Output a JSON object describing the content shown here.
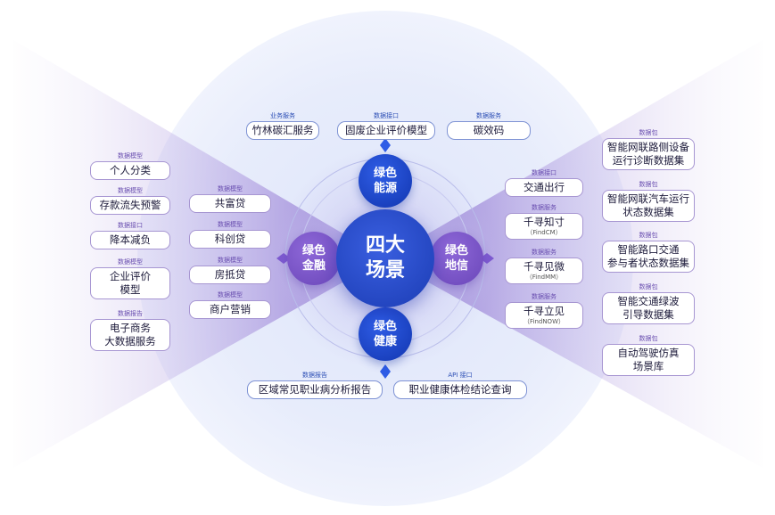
{
  "center": {
    "line1": "四大",
    "line2": "场景"
  },
  "scenes": {
    "energy": {
      "line1": "绿色",
      "line2": "能源"
    },
    "finance": {
      "line1": "绿色",
      "line2": "金融"
    },
    "credit": {
      "line1": "绿色",
      "line2": "地信"
    },
    "health": {
      "line1": "绿色",
      "line2": "健康"
    }
  },
  "top_tags": [
    {
      "category": "业务服务",
      "label": "竹林碳汇服务"
    },
    {
      "category": "数据接口",
      "label": "固废企业评价模型"
    },
    {
      "category": "数据服务",
      "label": "碳效码"
    }
  ],
  "bottom_tags": [
    {
      "category": "数据报告",
      "label": "区域常见职业病分析报告"
    },
    {
      "category": "API 接口",
      "label": "职业健康体检结论查询"
    }
  ],
  "left_outer": [
    {
      "category": "数据模型",
      "label1": "个人分类",
      "label2": ""
    },
    {
      "category": "数据模型",
      "label1": "存款流失预警",
      "label2": ""
    },
    {
      "category": "数据接口",
      "label1": "降本减负",
      "label2": ""
    },
    {
      "category": "数据模型",
      "label1": "企业评价",
      "label2": "模型"
    },
    {
      "category": "数据报告",
      "label1": "电子商务",
      "label2": "大数据服务"
    }
  ],
  "left_inner": [
    {
      "category": "数据模型",
      "label": "共富贷"
    },
    {
      "category": "数据模型",
      "label": "科创贷"
    },
    {
      "category": "数据模型",
      "label": "房抵贷"
    },
    {
      "category": "数据模型",
      "label": "商户营销"
    }
  ],
  "right_inner": [
    {
      "category": "数据接口",
      "label": "交通出行",
      "sub": ""
    },
    {
      "category": "数据服务",
      "label": "千寻知寸",
      "sub": "（FindCM）"
    },
    {
      "category": "数据服务",
      "label": "千寻见微",
      "sub": "（FindMM）"
    },
    {
      "category": "数据服务",
      "label": "千寻立见",
      "sub": "（FindNOW）"
    }
  ],
  "right_outer": [
    {
      "category": "数据包",
      "label1": "智能网联路侧设备",
      "label2": "运行诊断数据集"
    },
    {
      "category": "数据包",
      "label1": "智能网联汽车运行",
      "label2": "状态数据集"
    },
    {
      "category": "数据包",
      "label1": "智能路口交通",
      "label2": "参与者状态数据集"
    },
    {
      "category": "数据包",
      "label1": "智能交通绿波",
      "label2": "引导数据集"
    },
    {
      "category": "数据包",
      "label1": "自动驾驶仿真",
      "label2": "场景库"
    }
  ]
}
